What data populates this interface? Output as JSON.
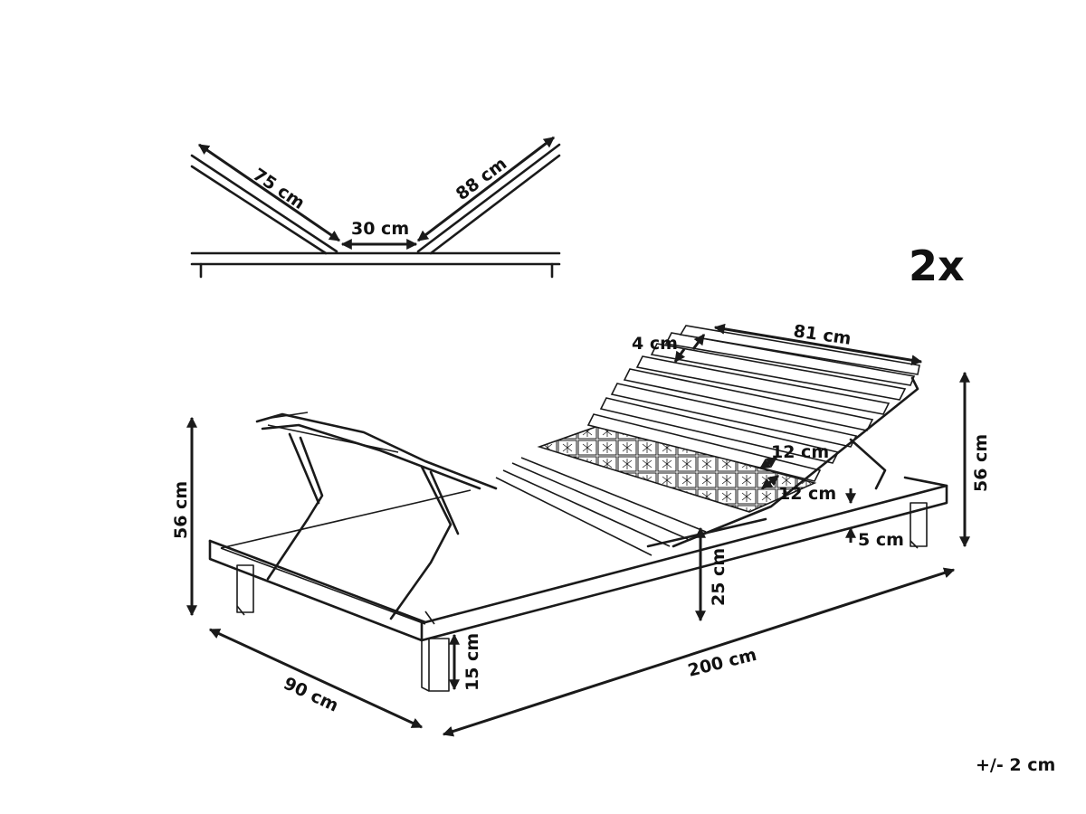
{
  "profile": {
    "head_length": "75 cm",
    "center_length": "30 cm",
    "foot_length": "88 cm"
  },
  "quantity": "2x",
  "dimensions": {
    "top_section": "81 cm",
    "slat_width": "4 cm",
    "slat_spacing_a": "12 cm",
    "slat_spacing_b": "12 cm",
    "frame_gap": "5 cm",
    "total_height_left": "56 cm",
    "total_height_right": "56 cm",
    "frame_height": "25 cm",
    "leg_height": "15 cm",
    "length": "200 cm",
    "width": "90 cm"
  },
  "tolerance": "+/- 2 cm",
  "colors": {
    "line": "#1a1a1a",
    "background": "#ffffff"
  }
}
